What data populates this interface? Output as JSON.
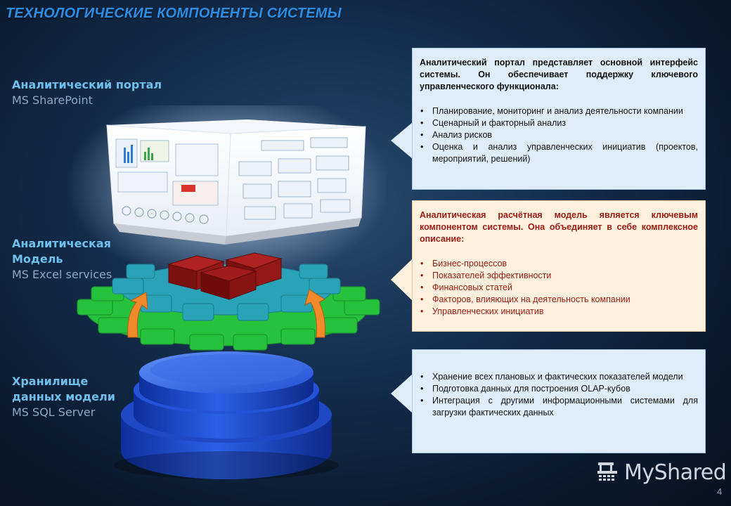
{
  "title": "ТЕХНОЛОГИЧЕСКИЕ КОМПОНЕНТЫ СИСТЕМЫ",
  "labels": {
    "portal": {
      "heading": "Аналитический портал",
      "sub": "MS SharePoint"
    },
    "model": {
      "heading_line1": "Аналитическая",
      "heading_line2": "Модель",
      "sub": "MS Excel services"
    },
    "storage": {
      "heading_line1": "Хранилище",
      "heading_line2": "данных модели",
      "sub": "MS SQL Server"
    }
  },
  "callouts": {
    "portal": {
      "lead": "Аналитический портал представляет основной интерфейс системы. Он обеспечивает поддержку ключевого управленческого функционала:",
      "items": [
        "Планирование, мониторинг и анализ деятельности компании",
        "Сценарный и факторный анализ",
        "Анализ рисков",
        "Оценка и анализ управленческих инициатив (проектов, мероприятий, решений)"
      ]
    },
    "model": {
      "lead": "Аналитическая расчётная модель является ключевым компонентом системы. Она объединяет в себе комплексное описание:",
      "items": [
        "Бизнес-процессов",
        "Показателей эффективности",
        "Финансовых статей",
        "Факторов, влияющих на деятельность компании",
        "Управленческих инициатив"
      ]
    },
    "storage": {
      "items": [
        "Хранение всех плановых и фактических показателей модели",
        "Подготовка данных для построения OLAP-кубов",
        "Интеграция с другими информационными системами для загрузки фактических данных"
      ]
    }
  },
  "logo": {
    "text": "MyShared"
  },
  "page_number": "4",
  "colors": {
    "title": "#2a8ee6",
    "label_heading": "#6fc0ec",
    "label_sub": "#8fa8c4",
    "callout_blue": "#ddeefa",
    "callout_orange": "#fff1de",
    "callout_red_text": "#9c1a12",
    "cylinder": "#1f4fd0",
    "gear_green": "#2ecc40",
    "gear_teal": "#2aa3b8",
    "cube_red": "#8a1414",
    "arrow_orange": "#f08a2a"
  },
  "icons": [
    "cash-register-icon"
  ]
}
